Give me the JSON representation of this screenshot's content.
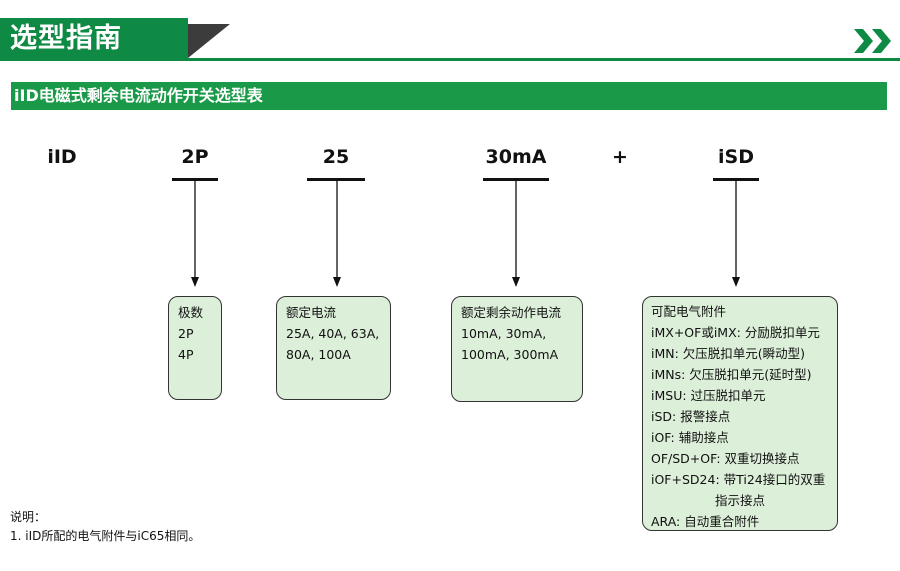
{
  "header": {
    "title": "选型指南"
  },
  "section": {
    "title": "iID电磁式剩余电流动作开关选型表"
  },
  "code": {
    "product": "iID",
    "poles": "2P",
    "current": "25",
    "sensitivity": "30mA",
    "plus": "+",
    "accessory": "iSD"
  },
  "boxes": {
    "poles": {
      "title": "极数",
      "lines": [
        "2P",
        "4P"
      ]
    },
    "current": {
      "title": "额定电流",
      "lines": [
        "25A, 40A, 63A,",
        "80A, 100A"
      ]
    },
    "sensitivity": {
      "title": "额定剩余动作电流",
      "lines": [
        "10mA, 30mA,",
        "100mA, 300mA"
      ]
    },
    "accessory": {
      "title": "可配电气附件",
      "lines": [
        "iMX+OF或iMX: 分励脱扣单元",
        "iMN: 欠压脱扣单元(瞬动型)",
        "iMNs: 欠压脱扣单元(延时型)",
        "iMSU: 过压脱扣单元",
        "iSD: 报警接点",
        "iOF: 辅助接点",
        "OF/SD+OF: 双重切换接点",
        "iOF+SD24: 带Ti24接口的双重",
        "指示接点",
        "ARA: 自动重合附件"
      ]
    }
  },
  "notes": {
    "label": "说明：",
    "items": [
      "1. iID所配的电气附件与iC65相同。"
    ]
  },
  "colors": {
    "brand_green": "#0f8a45",
    "box_fill": "#dcefd9"
  }
}
